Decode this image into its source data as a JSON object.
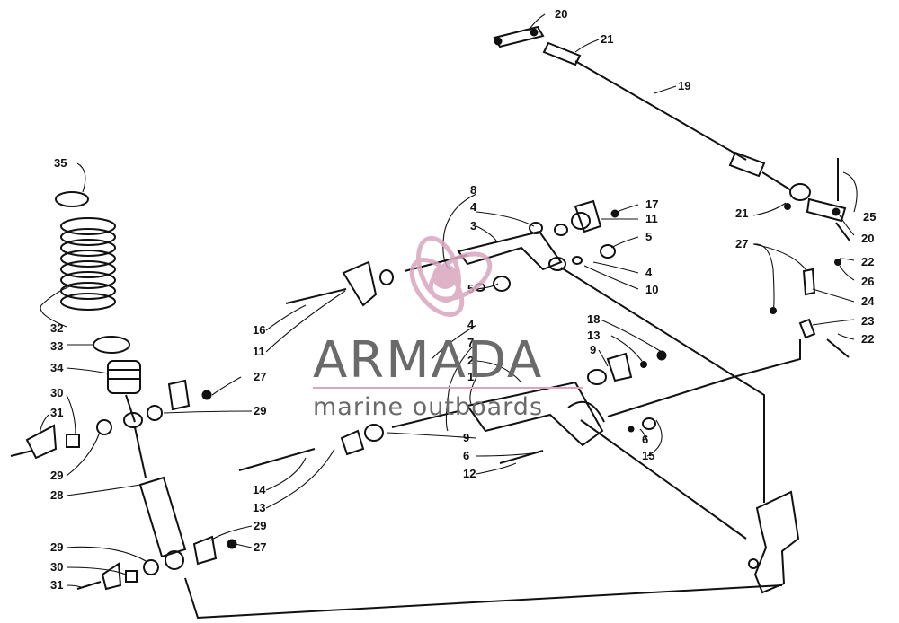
{
  "watermark": {
    "brand": "ARMADA",
    "tagline": "marine outboards",
    "accent_color": "#d9a6be",
    "text_color": "#6a6a6a",
    "logo_icon": "propeller-logo-icon"
  },
  "callouts": {
    "c1": "1",
    "c2": "2",
    "c3": "3",
    "c4a": "4",
    "c4b": "4",
    "c4c": "4",
    "c5a": "5",
    "c5b": "5",
    "c6a": "6",
    "c6b": "6",
    "c7": "7",
    "c8": "8",
    "c9a": "9",
    "c9b": "9",
    "c10": "10",
    "c11a": "11",
    "c11b": "11",
    "c12": "12",
    "c13a": "13",
    "c13b": "13",
    "c14": "14",
    "c15": "15",
    "c16": "16",
    "c17": "17",
    "c18": "18",
    "c19": "19",
    "c20a": "20",
    "c20b": "20",
    "c21a": "21",
    "c21b": "21",
    "c22a": "22",
    "c22b": "22",
    "c23": "23",
    "c24": "24",
    "c25": "25",
    "c26": "26",
    "c27a": "27",
    "c27b": "27",
    "c27c": "27",
    "c28": "28",
    "c29a": "29",
    "c29b": "29",
    "c29c": "29",
    "c29d": "29",
    "c30a": "30",
    "c30b": "30",
    "c31a": "31",
    "c31b": "31",
    "c32": "32",
    "c33": "33",
    "c34": "34",
    "c35": "35"
  }
}
